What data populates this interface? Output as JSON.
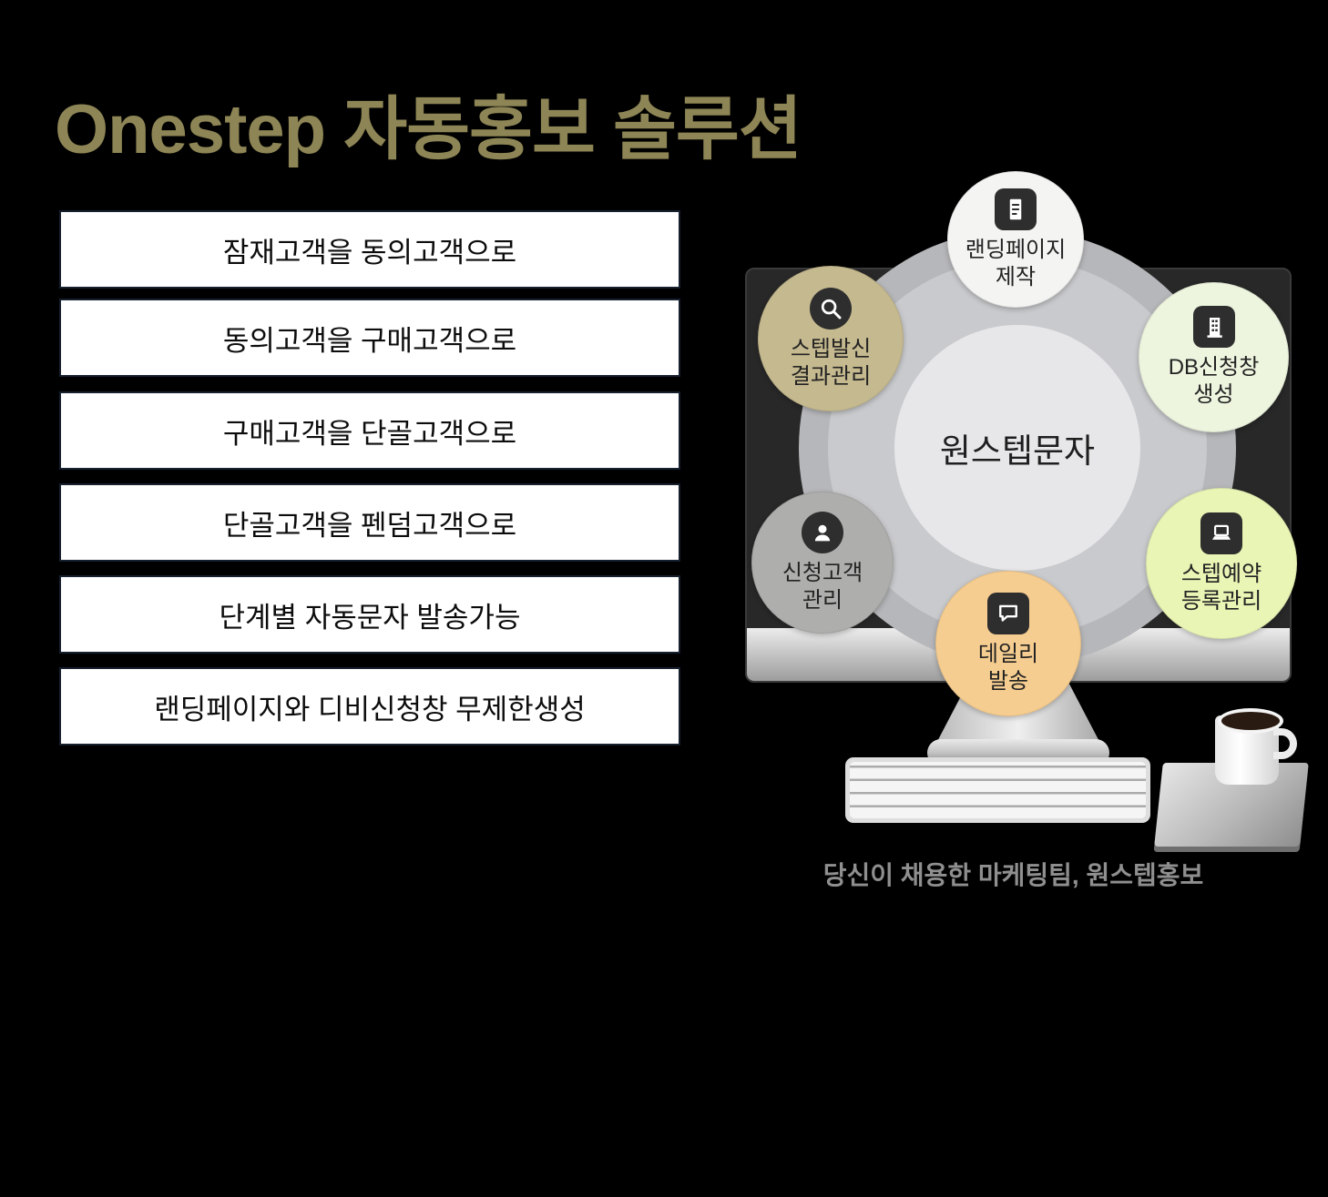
{
  "page": {
    "title": "Onestep 자동홍보 솔루션",
    "caption": "당신이 채용한 마케팅팀, 원스텝홍보"
  },
  "features": [
    {
      "label": "잠재고객을 동의고객으로"
    },
    {
      "label": "동의고객을 구매고객으로"
    },
    {
      "label": "구매고객을 단골고객으로"
    },
    {
      "label": "단골고객을 펜덤고객으로"
    },
    {
      "label": "단계별 자동문자 발송가능"
    },
    {
      "label": "랜딩페이지와 디비신청창 무제한생성"
    }
  ],
  "diagram": {
    "center_label": "원스텝문자",
    "badges": [
      {
        "id": "landing-page",
        "label": "랜딩페이지\n제작",
        "icon": "document-icon",
        "color": "#f4f4f2"
      },
      {
        "id": "step-send-result",
        "label": "스텝발신\n결과관리",
        "icon": "search-icon",
        "color": "#c5b98f"
      },
      {
        "id": "db-form",
        "label": "DB신청창\n생성",
        "icon": "building-icon",
        "color": "#edf5df"
      },
      {
        "id": "applicant-mgmt",
        "label": "신청고객\n관리",
        "icon": "person-icon",
        "color": "#aeaeac"
      },
      {
        "id": "step-reservation",
        "label": "스텝예약\n등록관리",
        "icon": "laptop-icon",
        "color": "#e9f5b5"
      },
      {
        "id": "daily-send",
        "label": "데일리\n발송",
        "icon": "chat-icon",
        "color": "#f6cd90"
      }
    ]
  },
  "colors": {
    "background": "#000000",
    "title": "#8d8555",
    "box_border": "#16202e",
    "caption": "#8f8f8f"
  }
}
